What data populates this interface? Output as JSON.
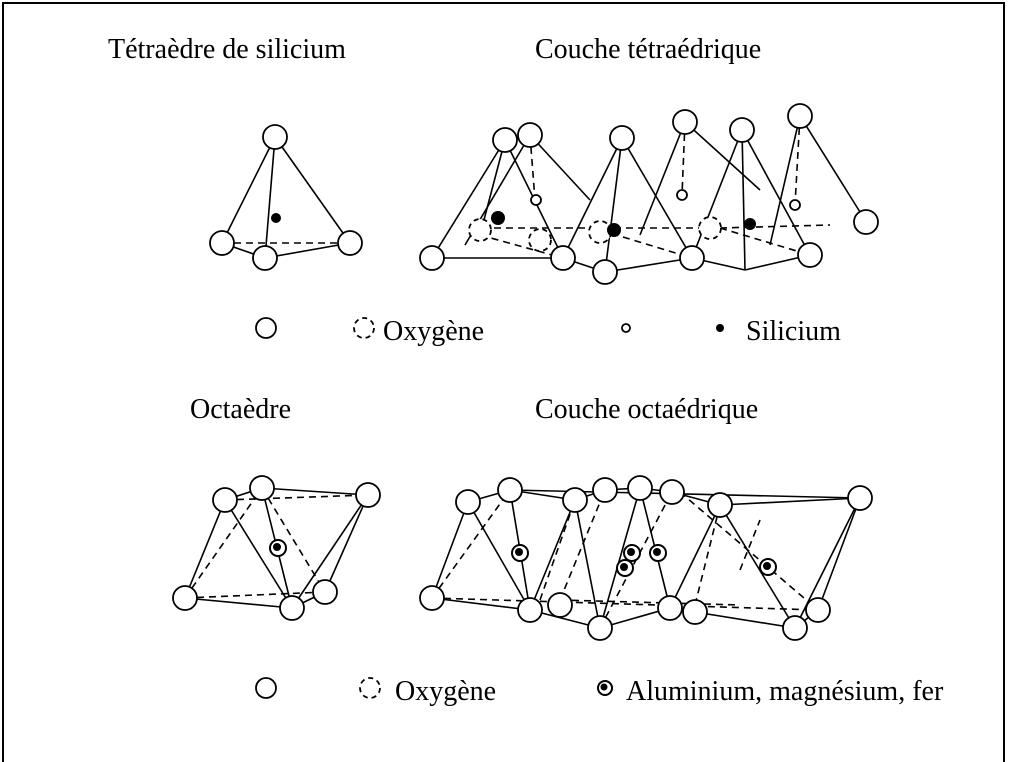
{
  "titles": {
    "tetrahedron": "Tétraèdre de silicium",
    "tetrahedral_sheet": "Couche tétraédrique",
    "octahedron": "Octaèdre",
    "octahedral_sheet": "Couche octaédrique"
  },
  "legend_top": {
    "oxygen": "Oxygène",
    "silicon": "Silicium"
  },
  "legend_bottom": {
    "oxygen": "Oxygène",
    "cation": "Aluminium, magnésium, fer"
  }
}
